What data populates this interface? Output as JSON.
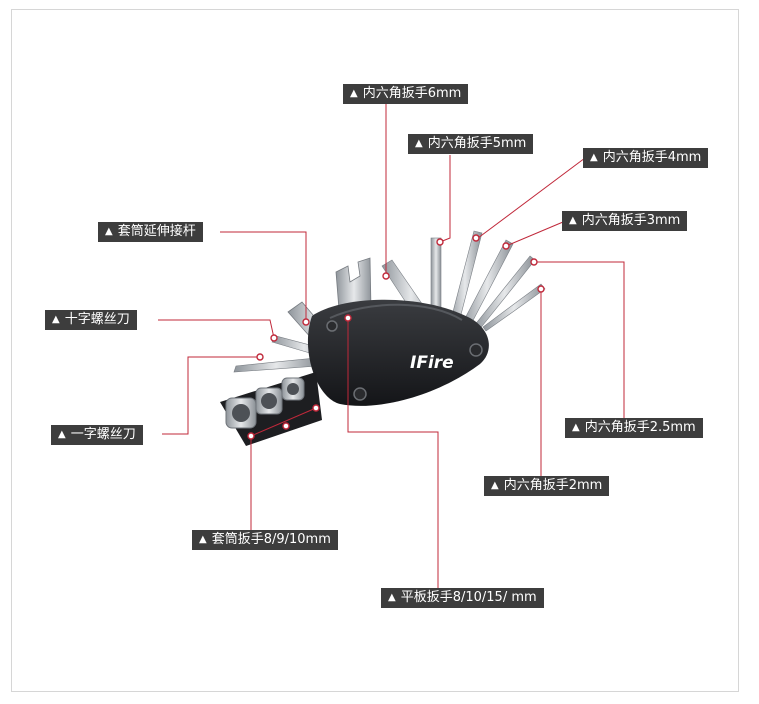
{
  "brand": {
    "logo_text": "IFire"
  },
  "marker_glyph": "▲",
  "colors": {
    "label_bg": "#3d3d3d",
    "label_text": "#ffffff",
    "leader_line": "#c0283a",
    "body": "#1e1f22",
    "steel": "#c9ccd0"
  },
  "labels": {
    "hex6": "内六角扳手6mm",
    "hex5": "内六角扳手5mm",
    "hex4": "内六角扳手4mm",
    "hex3": "内六角扳手3mm",
    "hex25": "内六角扳手2.5mm",
    "hex2": "内六角扳手2mm",
    "socket_ext": "套筒延伸接杆",
    "phillips": "十字螺丝刀",
    "flat": "一字螺丝刀",
    "socket": "套筒扳手8/9/10mm",
    "plate": "平板扳手8/10/15/ mm"
  }
}
